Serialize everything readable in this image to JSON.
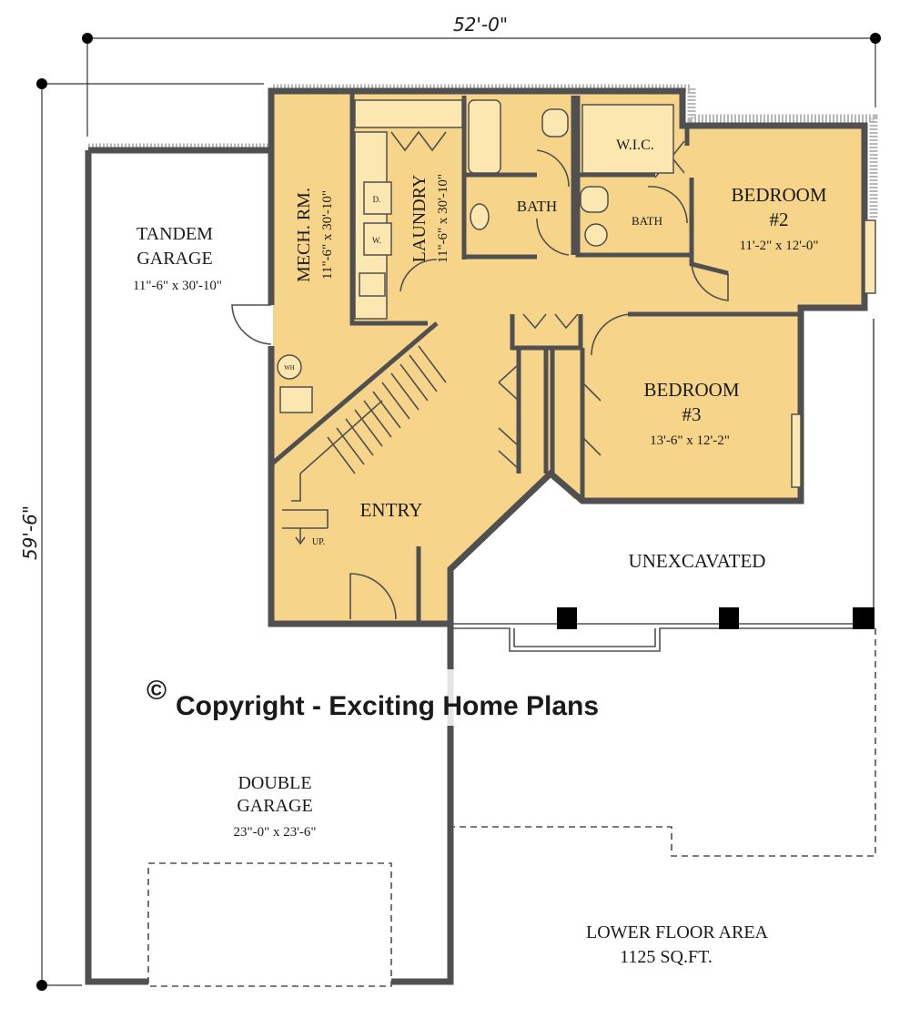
{
  "dimensions": {
    "width": "52'-0\"",
    "depth": "59'-6\""
  },
  "rooms": {
    "tandem_garage": {
      "name_line1": "TANDEM",
      "name_line2": "GARAGE",
      "size": "11\"-6\" x 30'-10\""
    },
    "mech_room": {
      "name": "MECH. RM.",
      "size": "11\"-6\" x 30'-10\""
    },
    "laundry": {
      "name": "LAUNDRY",
      "size": "11\"-6\" x 30'-10\""
    },
    "bath_main": {
      "name": "BATH"
    },
    "wic": {
      "name": "W.I.C."
    },
    "bath_ensuite": {
      "name": "BATH"
    },
    "bedroom2": {
      "name_line1": "BEDROOM",
      "name_line2": "#2",
      "size": "11'-2\" x 12'-0\""
    },
    "bedroom3": {
      "name_line1": "BEDROOM",
      "name_line2": "#3",
      "size": "13'-6\" x 12'-2\""
    },
    "entry": {
      "name": "ENTRY"
    },
    "unexcavated": {
      "name": "UNEXCAVATED"
    },
    "double_garage": {
      "name_line1": "DOUBLE",
      "name_line2": "GARAGE",
      "size": "23\"-0\" x 23'-6\""
    }
  },
  "fixtures": {
    "dryer": "D.",
    "washer": "W.",
    "water_heater": "WH",
    "stair_up": "UP."
  },
  "copyright": {
    "symbol": "©",
    "text": "Copyright - Exciting Home Plans"
  },
  "area": {
    "label": "LOWER FLOOR AREA",
    "value": "1125 SQ.FT."
  },
  "colors": {
    "floor": "#f6d48a",
    "wall": "#505050",
    "background": "#ffffff"
  }
}
